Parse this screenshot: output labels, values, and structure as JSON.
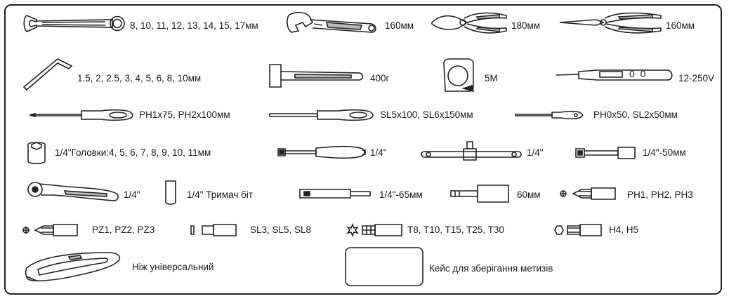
{
  "colors": {
    "line": "#222222",
    "background": "#ffffff"
  },
  "items": {
    "wrenches": {
      "icon": "combination-wrench-icon",
      "label": "8, 10, 11, 12, 13, 14, 15, 17мм"
    },
    "adjustable": {
      "icon": "adjustable-wrench-icon",
      "label": "160мм"
    },
    "pliers": {
      "icon": "combination-pliers-icon",
      "label": "180мм"
    },
    "long_nose": {
      "icon": "long-nose-pliers-icon",
      "label": "160мм"
    },
    "hex_keys": {
      "icon": "hex-key-icon",
      "label": "1.5, 2, 2.5, 3, 4, 5, 6, 8, 10мм"
    },
    "hammer": {
      "icon": "hammer-icon",
      "label": "400г"
    },
    "tape": {
      "icon": "tape-measure-icon",
      "label": "5M"
    },
    "tester": {
      "icon": "voltage-tester-icon",
      "label": "12-250V",
      "display": "0 0"
    },
    "ph_screwdrivers": {
      "icon": "phillips-screwdriver-icon",
      "label": "PH1x75, PH2x100мм"
    },
    "sl_screwdrivers": {
      "icon": "flat-screwdriver-icon",
      "label": "SL5x100, SL6x150мм"
    },
    "precision": {
      "icon": "precision-screwdriver-icon",
      "label": "PH0x50, SL2x50мм"
    },
    "sockets": {
      "icon": "socket-icon",
      "label": "1/4\"Головки:4, 5, 6, 7, 8, 9, 10, 11мм"
    },
    "spinner": {
      "icon": "spinner-handle-icon",
      "label": "1/4\""
    },
    "t_bar": {
      "icon": "t-bar-handle-icon",
      "label": "1/4\""
    },
    "extension": {
      "icon": "extension-bar-icon",
      "label": "1/4\"-50мм"
    },
    "ratchet": {
      "icon": "ratchet-icon",
      "label": "1/4\""
    },
    "bit_holder": {
      "icon": "bit-holder-icon",
      "label": "1/4\" Тримач біт"
    },
    "bit_holder_65": {
      "icon": "magnetic-bit-holder-icon",
      "label": "1/4\"-65мм"
    },
    "socket_adapter": {
      "icon": "socket-adapter-icon",
      "label": "60мм"
    },
    "ph_bits": {
      "icon": "phillips-bit-icon",
      "label": "PH1, PH2, PH3"
    },
    "pz_bits": {
      "icon": "pozidriv-bit-icon",
      "label": "PZ1, PZ2, PZ3"
    },
    "sl_bits": {
      "icon": "slotted-bit-icon",
      "label": "SL3, SL5, SL8"
    },
    "torx_bits": {
      "icon": "torx-bit-icon",
      "label": "T8, T10, T15, T25, T30"
    },
    "hex_bits": {
      "icon": "hex-bit-icon",
      "label": "H4, H5"
    },
    "knife": {
      "icon": "utility-knife-icon",
      "label": "Ніж універсальний"
    },
    "case": {
      "icon": "storage-case-icon",
      "label": "Кейс для зберігання метизів"
    }
  }
}
